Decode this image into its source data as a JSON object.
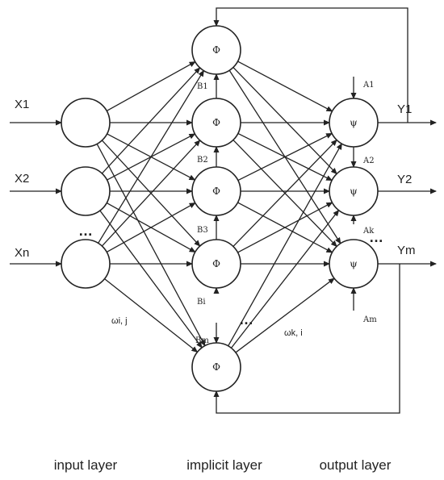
{
  "diagram": {
    "inputs": [
      "X1",
      "X2",
      "Xn"
    ],
    "hidden_symbol": "Φ",
    "output_symbol": "ψ",
    "biases": [
      "B1",
      "B2",
      "B3",
      "Bi",
      "Bm"
    ],
    "outputs": [
      "Y1",
      "Y2",
      "Ym"
    ],
    "output_inputs": [
      "A1",
      "A2",
      "Ak",
      "Am"
    ],
    "weight_input_hidden": "ωi, j",
    "weight_hidden_output": "ωk, i",
    "ellipsis": "…"
  },
  "captions": {
    "input": "input layer",
    "hidden": "implicit layer",
    "output": "output layer"
  }
}
